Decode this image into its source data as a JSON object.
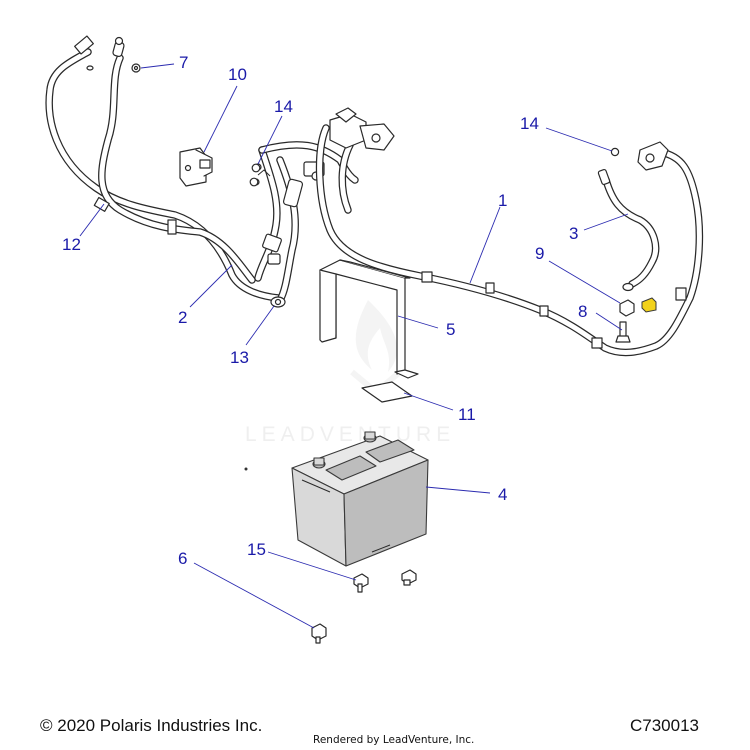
{
  "diagram": {
    "callouts": [
      "1",
      "2",
      "3",
      "4",
      "5",
      "6",
      "7",
      "8",
      "9",
      "10",
      "11",
      "12",
      "13",
      "14",
      "14",
      "15"
    ],
    "watermark": "LEADVENTURE"
  },
  "footer": {
    "copyright": "© 2020 Polaris Industries Inc.",
    "rendered_by": "Rendered by LeadVenture, Inc.",
    "diagram_code": "C730013"
  },
  "colors": {
    "callout": "#1a1aa8",
    "line_art": "#2a2a2a",
    "battery_fill": "#d9d9d9",
    "fastener_accent": "#f2d21b"
  }
}
